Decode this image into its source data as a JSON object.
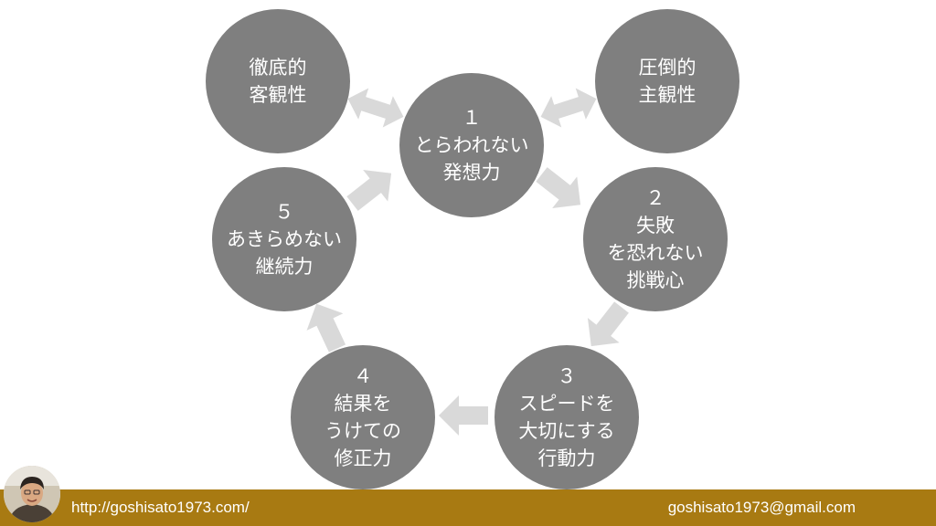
{
  "nodes": {
    "center": {
      "lines": [
        "１",
        "とらわれない",
        "発想力"
      ]
    },
    "objective": {
      "lines": [
        "徹底的",
        "客観性"
      ]
    },
    "subjective": {
      "lines": [
        "圧倒的",
        "主観性"
      ]
    },
    "challenge": {
      "lines": [
        "２",
        "失敗",
        "を恐れない",
        "挑戦心"
      ]
    },
    "action": {
      "lines": [
        "３",
        "スピードを",
        "大切にする",
        "行動力"
      ]
    },
    "correction": {
      "lines": [
        "４",
        "結果を",
        "うけての",
        "修正力"
      ]
    },
    "persistence": {
      "lines": [
        "５",
        "あきらめない",
        "継続力"
      ]
    }
  },
  "footer": {
    "url": "http://goshisato1973.com/",
    "email": "goshisato1973@gmail.com"
  },
  "colors": {
    "node": "#7f7f7f",
    "arrow": "#d9d9d9",
    "footer": "#a87a12"
  }
}
